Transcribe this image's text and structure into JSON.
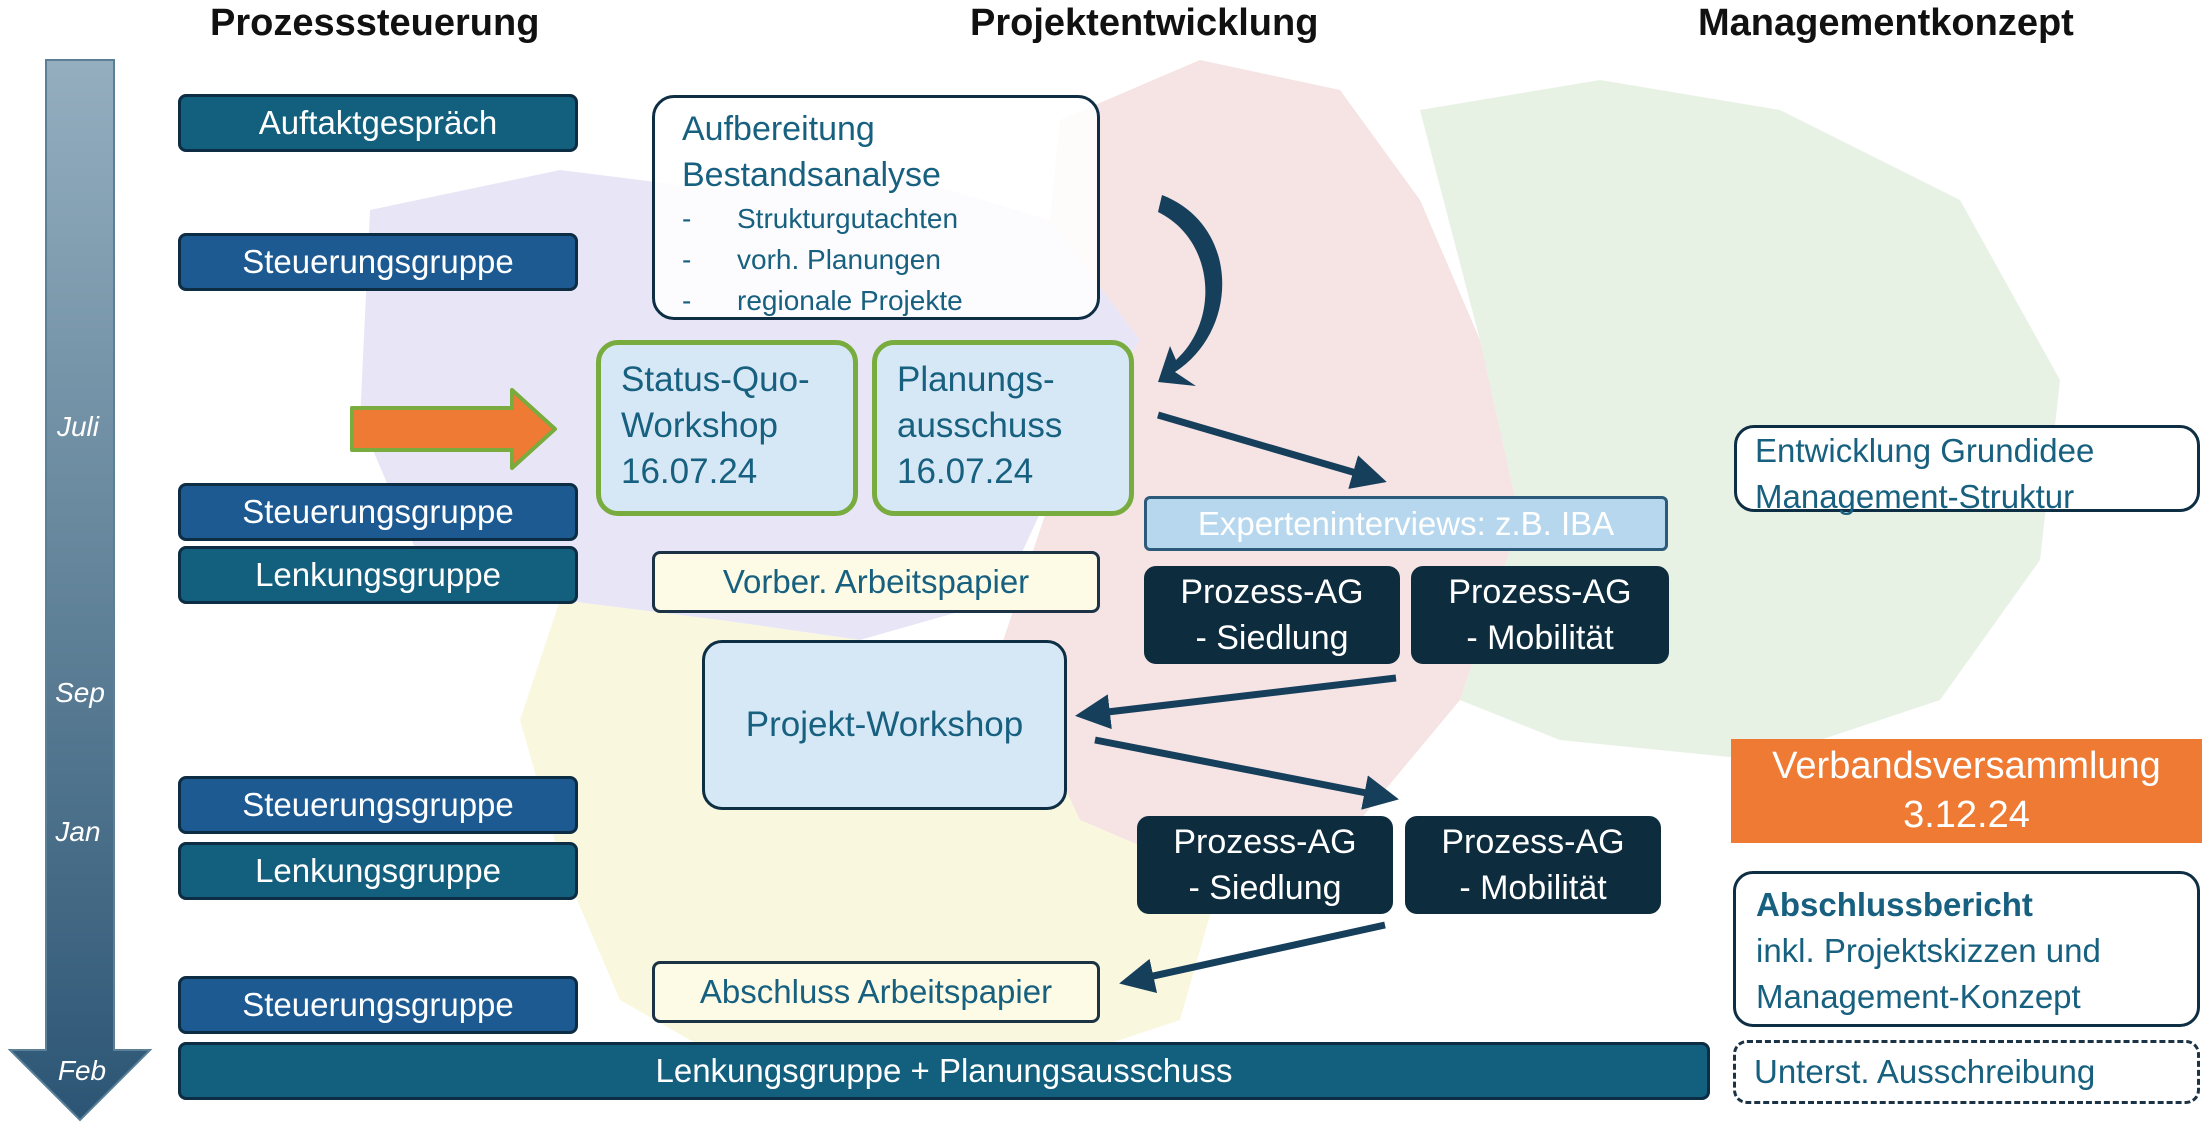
{
  "headers": {
    "col1": "Prozesssteuerung",
    "col2": "Projektentwicklung",
    "col3": "Managementkonzept"
  },
  "timeline": {
    "months": [
      "Juli",
      "Sep",
      "Jan",
      "Feb"
    ]
  },
  "prozesssteuerung": [
    "Auftaktgespräch",
    "Steuerungsgruppe",
    "Steuerungsgruppe",
    "Lenkungsgruppe",
    "Steuerungsgruppe",
    "Lenkungsgruppe",
    "Steuerungsgruppe"
  ],
  "bottom_bar": "Lenkungsgruppe + Planungsausschuss",
  "projektentwicklung": {
    "aufbereitung_title1": "Aufbereitung",
    "aufbereitung_title2": "Bestandsanalyse",
    "aufbereitung_items": [
      "Strukturgutachten",
      "vorh. Planungen",
      "regionale Projekte"
    ],
    "bullet": "-",
    "status_quo": [
      "Status-Quo-",
      "Workshop",
      "16.07.24"
    ],
    "planungsausschuss": [
      "Planungs-",
      "ausschuss",
      "16.07.24"
    ],
    "experteninterviews": "Experteninterviews: z.B. IBA",
    "vorber_arbeitspapier": "Vorber. Arbeitspapier",
    "ag1_siedlung": [
      "Prozess-AG",
      "- Siedlung"
    ],
    "ag1_mobilitaet": [
      "Prozess-AG",
      "- Mobilität"
    ],
    "projekt_workshop": "Projekt-Workshop",
    "ag2_siedlung": [
      "Prozess-AG",
      "- Siedlung"
    ],
    "ag2_mobilitaet": [
      "Prozess-AG",
      "- Mobilität"
    ],
    "abschluss_arbeitspapier": "Abschluss Arbeitspapier"
  },
  "managementkonzept": {
    "grundidee": [
      "Entwicklung Grundidee",
      "Management-Struktur"
    ],
    "verbandsversammlung": [
      "Verbandsversammlung",
      "3.12.24"
    ],
    "abschlussbericht_title": "Abschlussbericht",
    "abschlussbericht_lines": [
      "inkl. Projektskizzen und",
      "Management-Konzept"
    ],
    "ausschreibung": "Unterst. Ausschreibung"
  },
  "colors": {
    "steuerung_blue": "#1d5a92",
    "lenkung_teal": "#135f7e",
    "prozess_ag_dark": "#0d2c3e",
    "highlight_green": "#78ac3e",
    "verband_orange": "#ee7a33",
    "arrow_navy": "#163f5c",
    "text_teal": "#17607f"
  }
}
